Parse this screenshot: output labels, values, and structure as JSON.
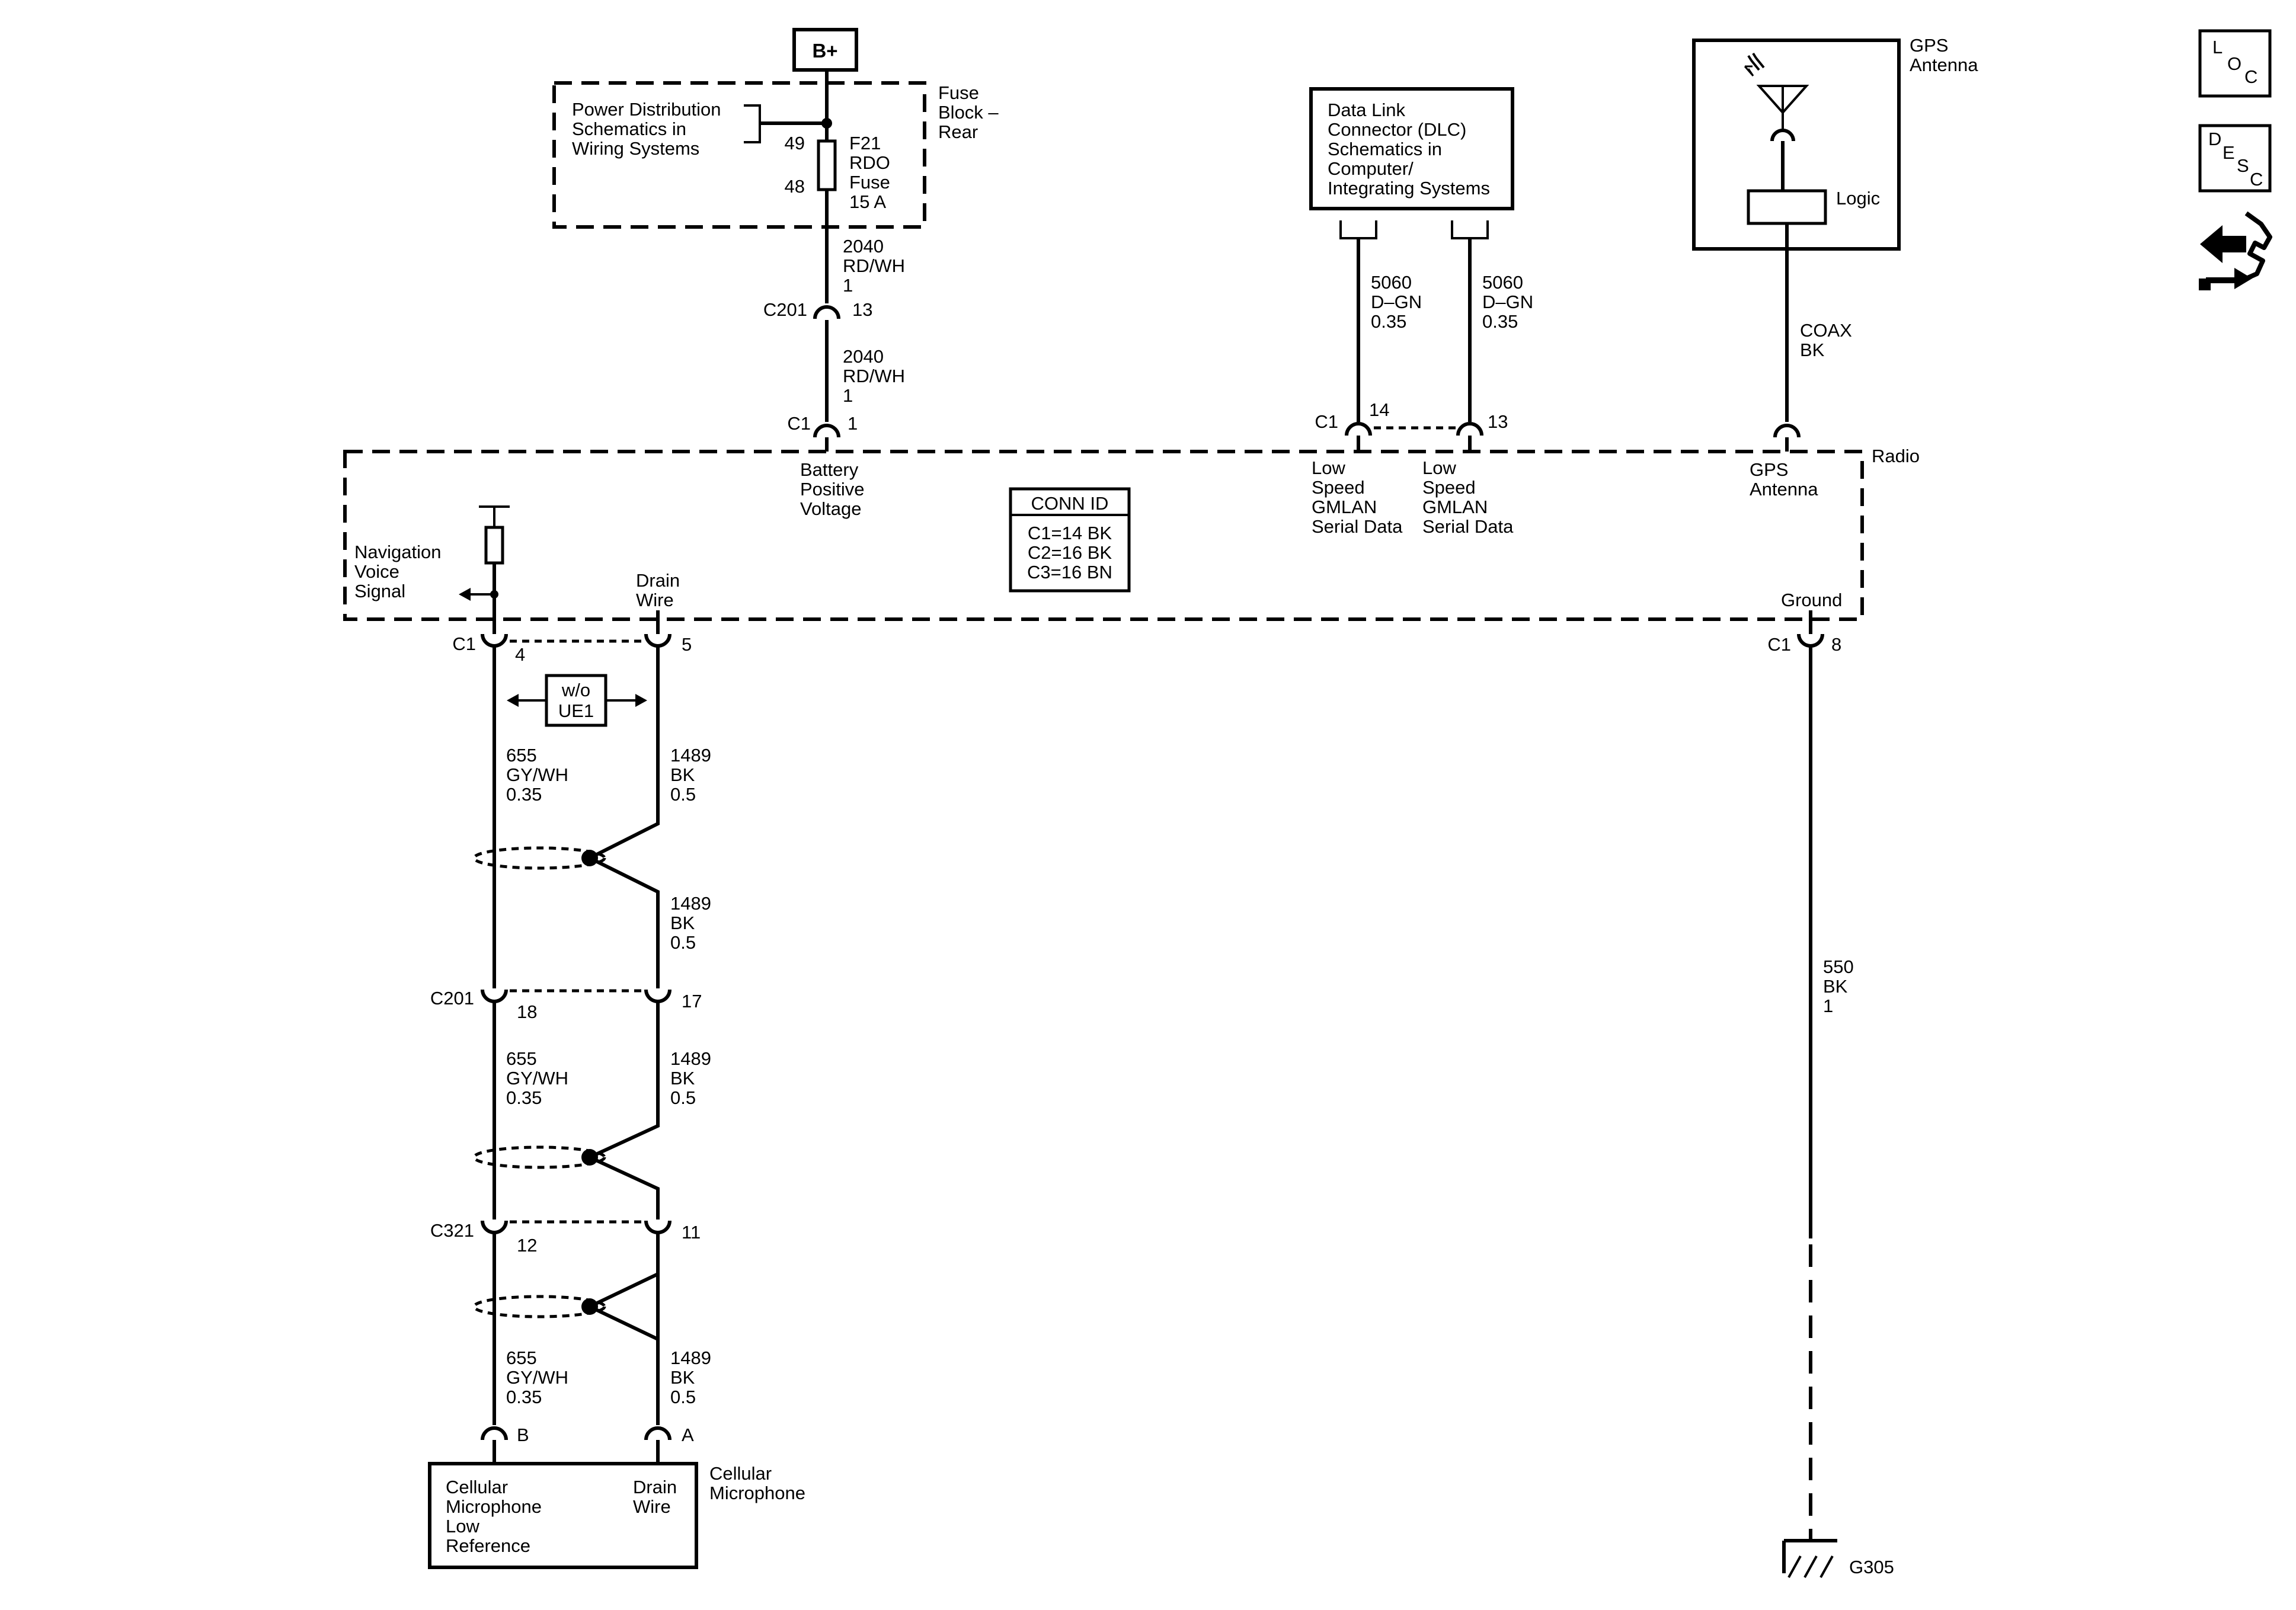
{
  "power": {
    "bplus": "B+",
    "pd_line1": "Power Distribution",
    "pd_line2": "Schematics in",
    "pd_line3": "Wiring Systems",
    "fuse_block1": "Fuse",
    "fuse_block2": "Block –",
    "fuse_block3": "Rear",
    "fuse_pin_top": "49",
    "fuse_pin_bot": "48",
    "fuse1": "F21",
    "fuse2": "RDO",
    "fuse3": "Fuse",
    "fuse4": "15 A",
    "wire_num": "2040",
    "wire_color": "RD/WH",
    "wire_size": "1",
    "c201": "C201",
    "c201_pin": "13",
    "c1": "C1",
    "c1_pin": "1",
    "batt1": "Battery",
    "batt2": "Positive",
    "batt3": "Voltage"
  },
  "dlc": {
    "l1": "Data Link",
    "l2": "Connector (DLC)",
    "l3": "Schematics in",
    "l4": "Computer/",
    "l5": "Integrating Systems",
    "wire_num": "5060",
    "wire_color": "D–GN",
    "wire_size": "0.35",
    "c1": "C1",
    "pin14": "14",
    "pin13": "13",
    "sig1": "Low",
    "sig2": "Speed",
    "sig3": "GMLAN",
    "sig4": "Serial Data"
  },
  "gps": {
    "ant1": "GPS",
    "ant2": "Antenna",
    "logic": "Logic",
    "coax1": "COAX",
    "coax2": "BK",
    "radio": "Radio",
    "ground": "Ground",
    "c1": "C1",
    "pin8": "8",
    "gw_num": "550",
    "gw_color": "BK",
    "gw_size": "1",
    "g305": "G305"
  },
  "radio": {
    "conn_title": "CONN ID",
    "conn1": "C1=14 BK",
    "conn2": "C2=16 BK",
    "conn3": "C3=16 BN",
    "nav1": "Navigation",
    "nav2": "Voice",
    "nav3": "Signal",
    "drain1": "Drain",
    "drain2": "Wire"
  },
  "mic": {
    "c1": "C1",
    "pin4": "4",
    "pin5": "5",
    "wo1": "w/o",
    "wo2": "UE1",
    "w655": "655",
    "gywh": "GY/WH",
    "s035": "0.35",
    "w1489": "1489",
    "bk": "BK",
    "s05": "0.5",
    "c201": "C201",
    "pin18": "18",
    "pin17": "17",
    "c321": "C321",
    "pin12": "12",
    "pin11": "11",
    "pinB": "B",
    "pinA": "A",
    "cm1": "Cellular",
    "cm2": "Microphone",
    "cm3": "Low",
    "cm4": "Reference",
    "dw1": "Drain",
    "dw2": "Wire",
    "name1": "Cellular",
    "name2": "Microphone"
  },
  "icons": {
    "loc1": "L",
    "loc2": "O",
    "loc3": "C",
    "desc1": "D",
    "desc2": "E",
    "desc3": "S",
    "desc4": "C"
  }
}
